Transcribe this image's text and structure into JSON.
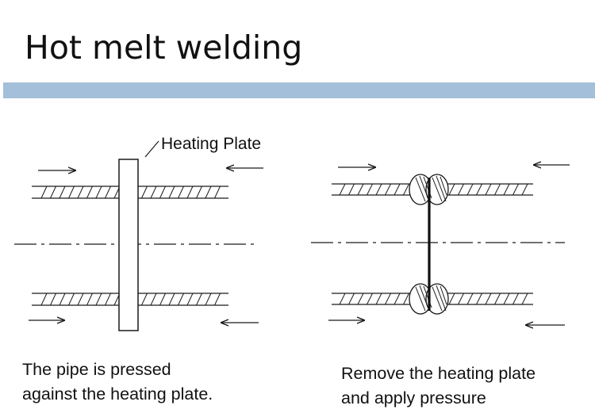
{
  "title": "Hot melt welding",
  "colors": {
    "title_bar": "#a4bfd9",
    "line": "#1a1a1a"
  },
  "left_panel": {
    "label": "Heating Plate",
    "caption_lines": [
      "The pipe is pressed",
      "against the heating plate."
    ]
  },
  "right_panel": {
    "caption_lines": [
      "Remove the heating plate",
      "and apply pressure"
    ]
  }
}
